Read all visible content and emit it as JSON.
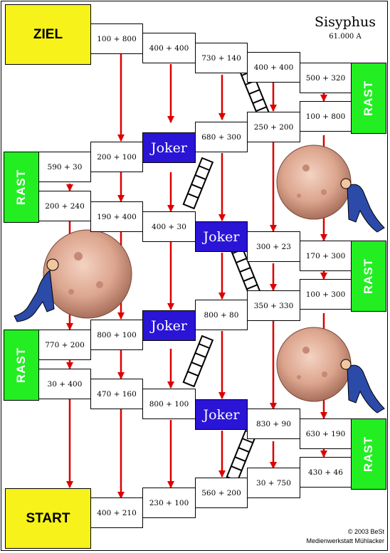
{
  "title": "Sisyphus",
  "subtitle": "61.000 A",
  "credit_line1": "© 2003 BeSt",
  "credit_line2": "Medienwerkstatt Mühlacker",
  "labels": {
    "goal": "ZIEL",
    "start": "START",
    "rest": "RAST",
    "joker": "Joker"
  },
  "colors": {
    "goal_start": "#f6f21a",
    "rest": "#22ee22",
    "joker": "#2a14d6",
    "arrow": "#dd0000"
  },
  "fields": {
    "f1": "100 + 800",
    "f2": "400 + 400",
    "f3": "730 + 140",
    "f4": "400 + 400",
    "f5": "500 + 320",
    "f6": "100 + 800",
    "f7": "250 + 200",
    "f8": "680 + 300",
    "f9": "200 + 100",
    "f10": "590 + 30",
    "f11": "200 + 240",
    "f12": "190 + 400",
    "f13": "400 + 30",
    "f14": "300 + 23",
    "f15": "170 + 300",
    "f16": "100 + 300",
    "f17": "350 + 330",
    "f18": "800 + 80",
    "f19": "800 + 100",
    "f20": "770 + 200",
    "f21": "30 + 400",
    "f22": "470 + 160",
    "f23": "800 + 100",
    "f24": "830 + 90",
    "f25": "630 + 190",
    "f26": "430 + 46",
    "f27": "30 + 750",
    "f28": "560 + 200",
    "f29": "230 + 100",
    "f30": "400 + 210"
  }
}
